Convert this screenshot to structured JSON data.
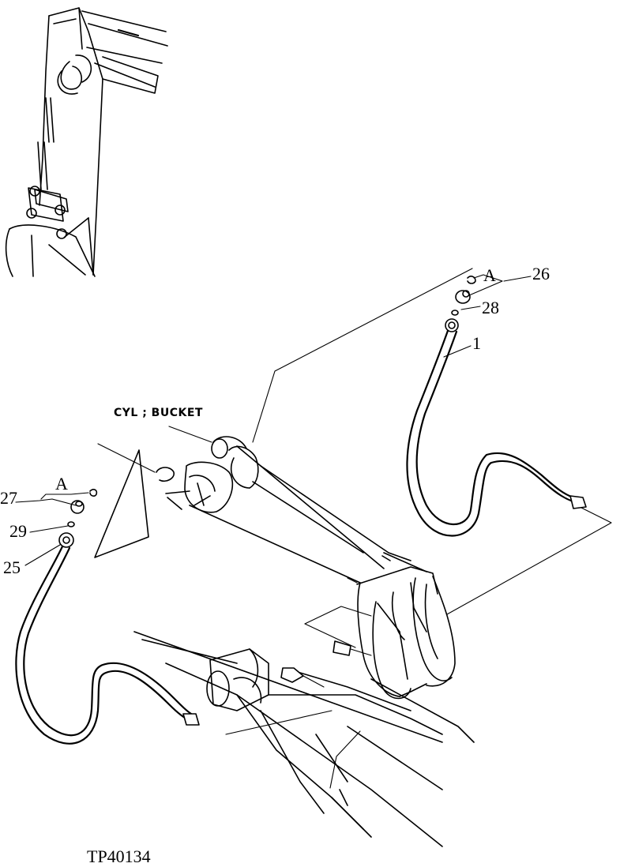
{
  "labels": {
    "cyl_bucket": "CYL ; BUCKET",
    "ref_a_right": "A",
    "ref_a_left": "A",
    "part_26": "26",
    "part_28": "28",
    "part_1": "1",
    "part_27": "27",
    "part_29": "29",
    "part_25": "25",
    "figure_code": "TP40134"
  }
}
